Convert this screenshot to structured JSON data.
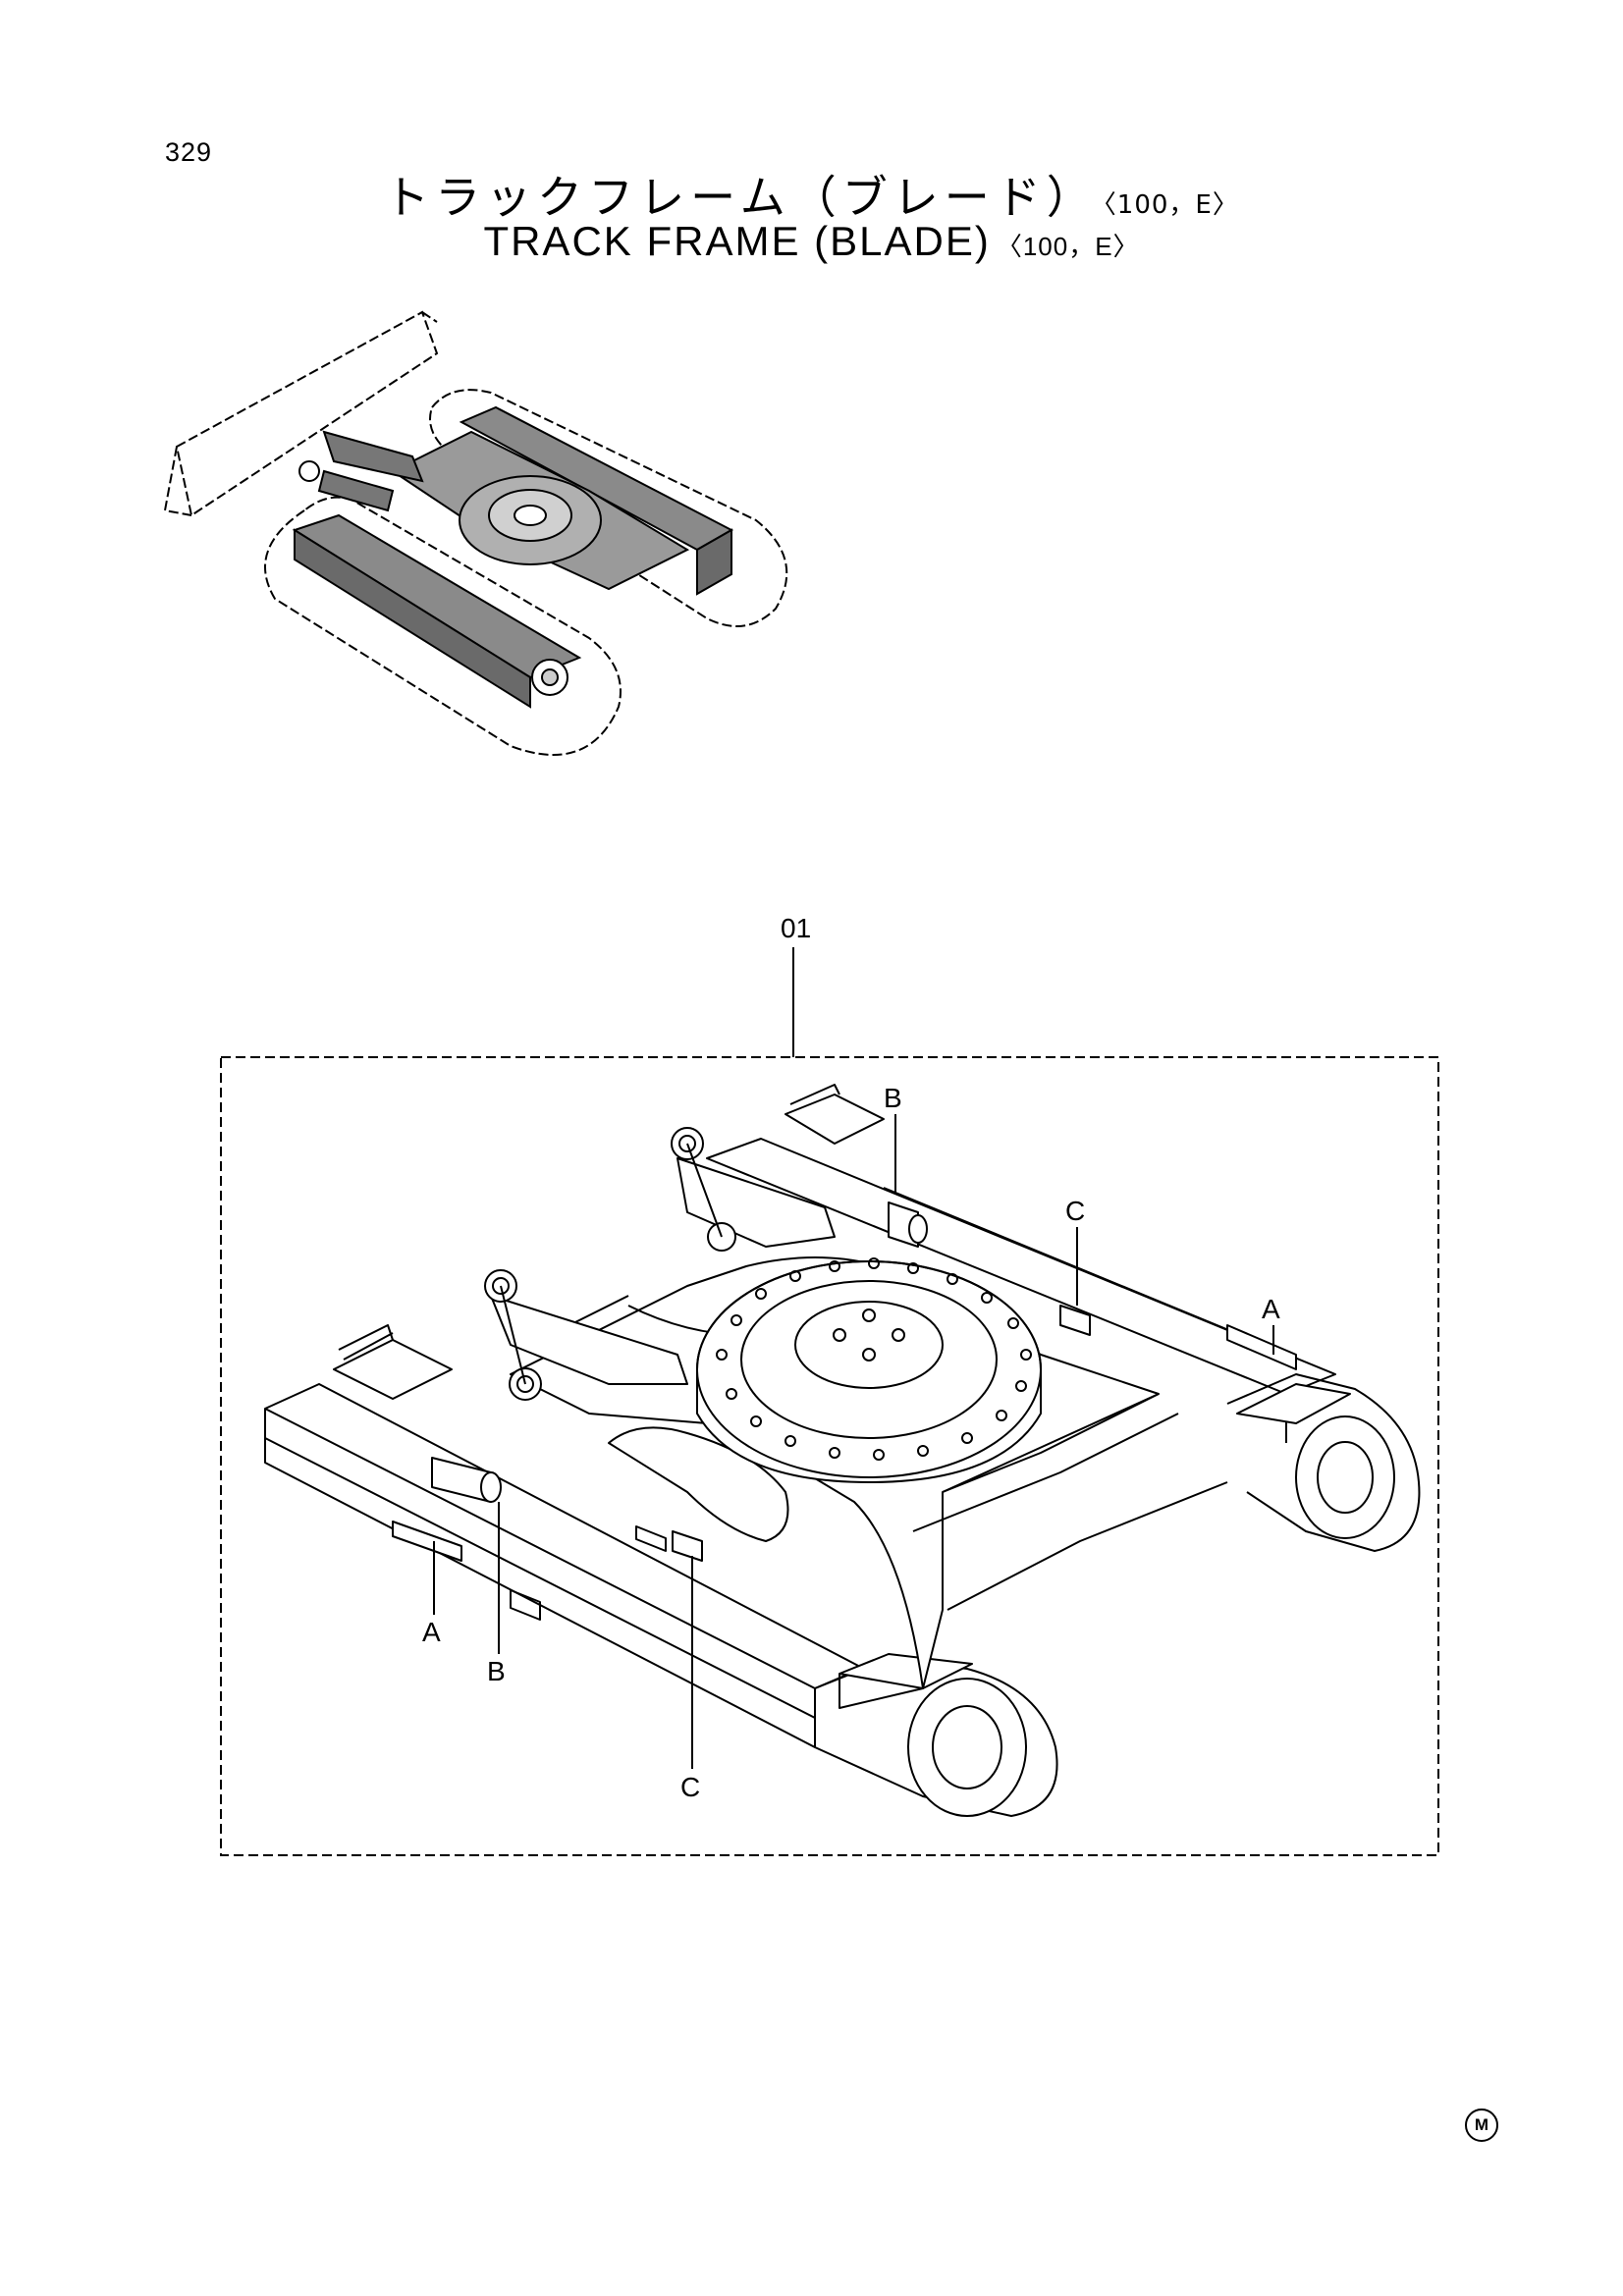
{
  "page": {
    "number": "329",
    "title_jp": "トラックフレーム（ブレード）",
    "title_jp_suffix": "〈100，E〉",
    "title_en": "TRACK FRAME (BLADE)",
    "title_en_suffix": "〈100，E〉",
    "footer_mark": "M"
  },
  "diagram": {
    "part_callouts": [
      "01"
    ],
    "detail_callouts": [
      "B",
      "C",
      "A",
      "A",
      "B",
      "C"
    ]
  }
}
